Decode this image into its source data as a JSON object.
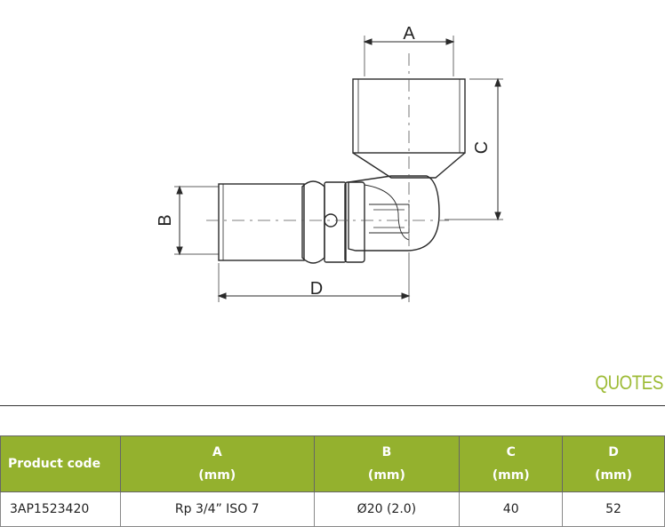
{
  "drawing": {
    "dim_a": "A",
    "dim_b": "B",
    "dim_c": "C",
    "dim_d": "D"
  },
  "section_title": "QUOTES",
  "table": {
    "headers": [
      {
        "name": "Product code",
        "unit": ""
      },
      {
        "name": "A",
        "unit": "(mm)"
      },
      {
        "name": "B",
        "unit": "(mm)"
      },
      {
        "name": "C",
        "unit": "(mm)"
      },
      {
        "name": "D",
        "unit": "(mm)"
      }
    ],
    "rows": [
      [
        "3AP1523420",
        "Rp 3/4” ISO 7",
        "Ø20 (2.0)",
        "40",
        "52"
      ]
    ]
  }
}
